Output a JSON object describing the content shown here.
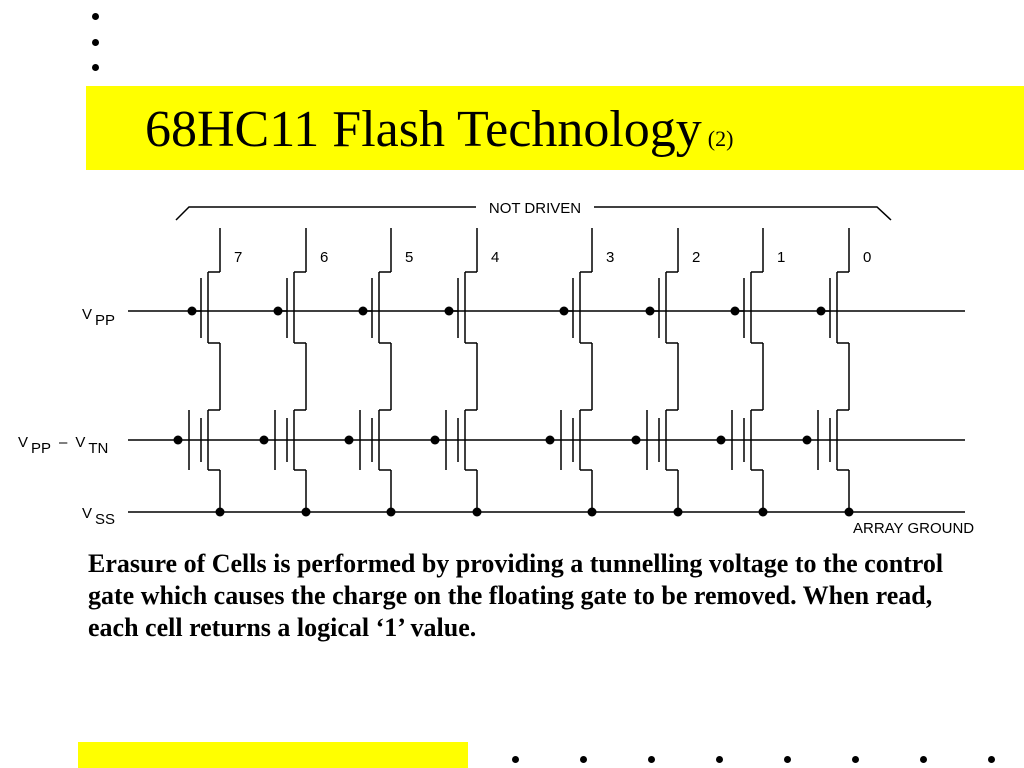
{
  "slide": {
    "title": "68HC11  Flash Technology",
    "title_suffix": "(2)",
    "body": "Erasure of Cells is performed by providing a tunnelling voltage to the control gate which causes the charge on the floating gate to  be removed. When read, each cell returns a logical ‘1’ value."
  },
  "diagram": {
    "top_label": "NOT DRIVEN",
    "bottom_label": "ARRAY GROUND",
    "cell_labels": [
      "7",
      "6",
      "5",
      "4",
      "3",
      "2",
      "1",
      "0"
    ],
    "rails": {
      "vpp": {
        "main": "V",
        "sub": "PP"
      },
      "vpp_vtn": {
        "main1": "V",
        "sub1": "PP",
        "dash": "–",
        "main2": "V",
        "sub2": "TN"
      },
      "vss": {
        "main": "V",
        "sub": "SS"
      }
    }
  },
  "colors": {
    "accent": "#ffff00",
    "ink": "#000000",
    "background": "#ffffff"
  }
}
